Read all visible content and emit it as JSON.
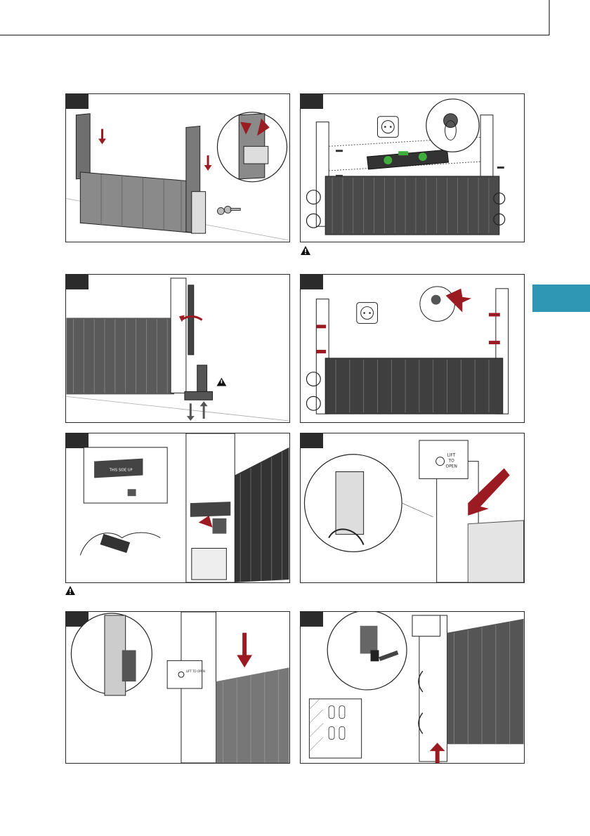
{
  "page": {
    "accent_tab_color": "#2f96b4",
    "frame_color": "#2b2b2b",
    "arrow_color": "#9b1b22",
    "level_color": "#3fae3c"
  },
  "panels": [
    {
      "id": "p1",
      "icons": [
        "wall-brackets",
        "down-arrow-icon",
        "magnifier-detail",
        "screws"
      ]
    },
    {
      "id": "p2",
      "icons": [
        "power-socket-icon",
        "spirit-level-icon",
        "keyhole-detail",
        "screws"
      ]
    },
    {
      "id": "p3",
      "icons": [
        "pipe-valve",
        "rotate-arrow-icon",
        "warning-icon"
      ]
    },
    {
      "id": "p4",
      "icons": [
        "power-socket-icon",
        "keyhole-detail",
        "push-arrow-icon"
      ]
    },
    {
      "id": "p5",
      "icons": [
        "control-box-label",
        "hands-cartridge"
      ],
      "label_text": "THIS SIDE UP"
    },
    {
      "id": "p6",
      "icons": [
        "control-box",
        "push-arrow-icon",
        "magnifier-detail"
      ],
      "box_text": "LIFT TO OPEN"
    },
    {
      "id": "p7",
      "icons": [
        "magnifier-detail",
        "control-box",
        "down-arrow-icon"
      ],
      "box_text": "LIFT TO OPEN"
    },
    {
      "id": "p8",
      "icons": [
        "hammer-icon",
        "control-box",
        "up-arrow-icon",
        "wall-section-detail"
      ]
    }
  ],
  "captions": {
    "p5_label": "THIS SIDE UP",
    "p6_box": "LIFT\nTO\nOPEN",
    "p7_box": "LIFT TO OPEN"
  }
}
